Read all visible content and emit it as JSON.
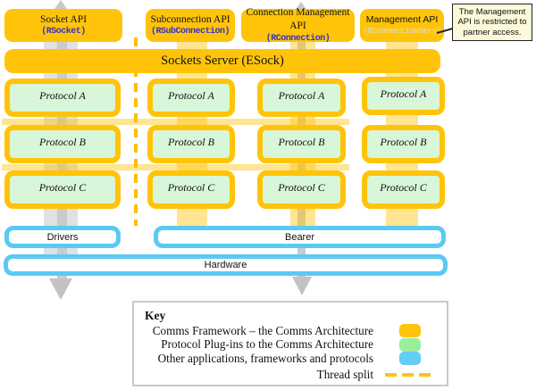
{
  "diagram": {
    "top_apis": [
      {
        "title": "Socket API",
        "class_name": "(RSocket)"
      },
      {
        "title": "Subconnection API",
        "class_name": "(RSubConnection)"
      },
      {
        "title": "Connection Management API",
        "class_name": "(RConnection)"
      },
      {
        "title": "Management API",
        "class_name": "(RConnectionServ)"
      }
    ],
    "callout": {
      "text": "The Management API is restricted to partner access."
    },
    "server_bar": "Sockets Server (ESock)",
    "protocol_columns": [
      [
        "Protocol A",
        "Protocol B",
        "Protocol C"
      ],
      [
        "Protocol A",
        "Protocol B",
        "Protocol C"
      ],
      [
        "Protocol A",
        "Protocol B",
        "Protocol C"
      ],
      [
        "Protocol A",
        "Protocol B",
        "Protocol C"
      ]
    ],
    "lower_boxes": {
      "drivers": "Drivers",
      "bearer": "Bearer",
      "hardware": "Hardware"
    },
    "key": {
      "title": "Key",
      "entries": [
        {
          "label": "Comms Framework – the Comms Architecture",
          "swatch": "gold"
        },
        {
          "label": "Protocol Plug-ins to the Comms Architecture",
          "swatch": "green"
        },
        {
          "label": "Other applications, frameworks and protocols",
          "swatch": "blue"
        },
        {
          "label": "Thread split",
          "swatch": "dashed"
        }
      ]
    },
    "colors": {
      "framework_gold": "#FFC40A",
      "plugin_green": "#99EE99",
      "protocol_fill_green": "#D8F6D8",
      "other_blue": "#63CDF6",
      "band_pale_yellow": "#FFE795",
      "thread_split_orange": "#FFBE00",
      "class_text_blue": "#3333CC",
      "muted_class_text": "#E6D79B",
      "callout_bg": "#FBF9DA",
      "arrow_gray": "#C9C9C9"
    }
  }
}
